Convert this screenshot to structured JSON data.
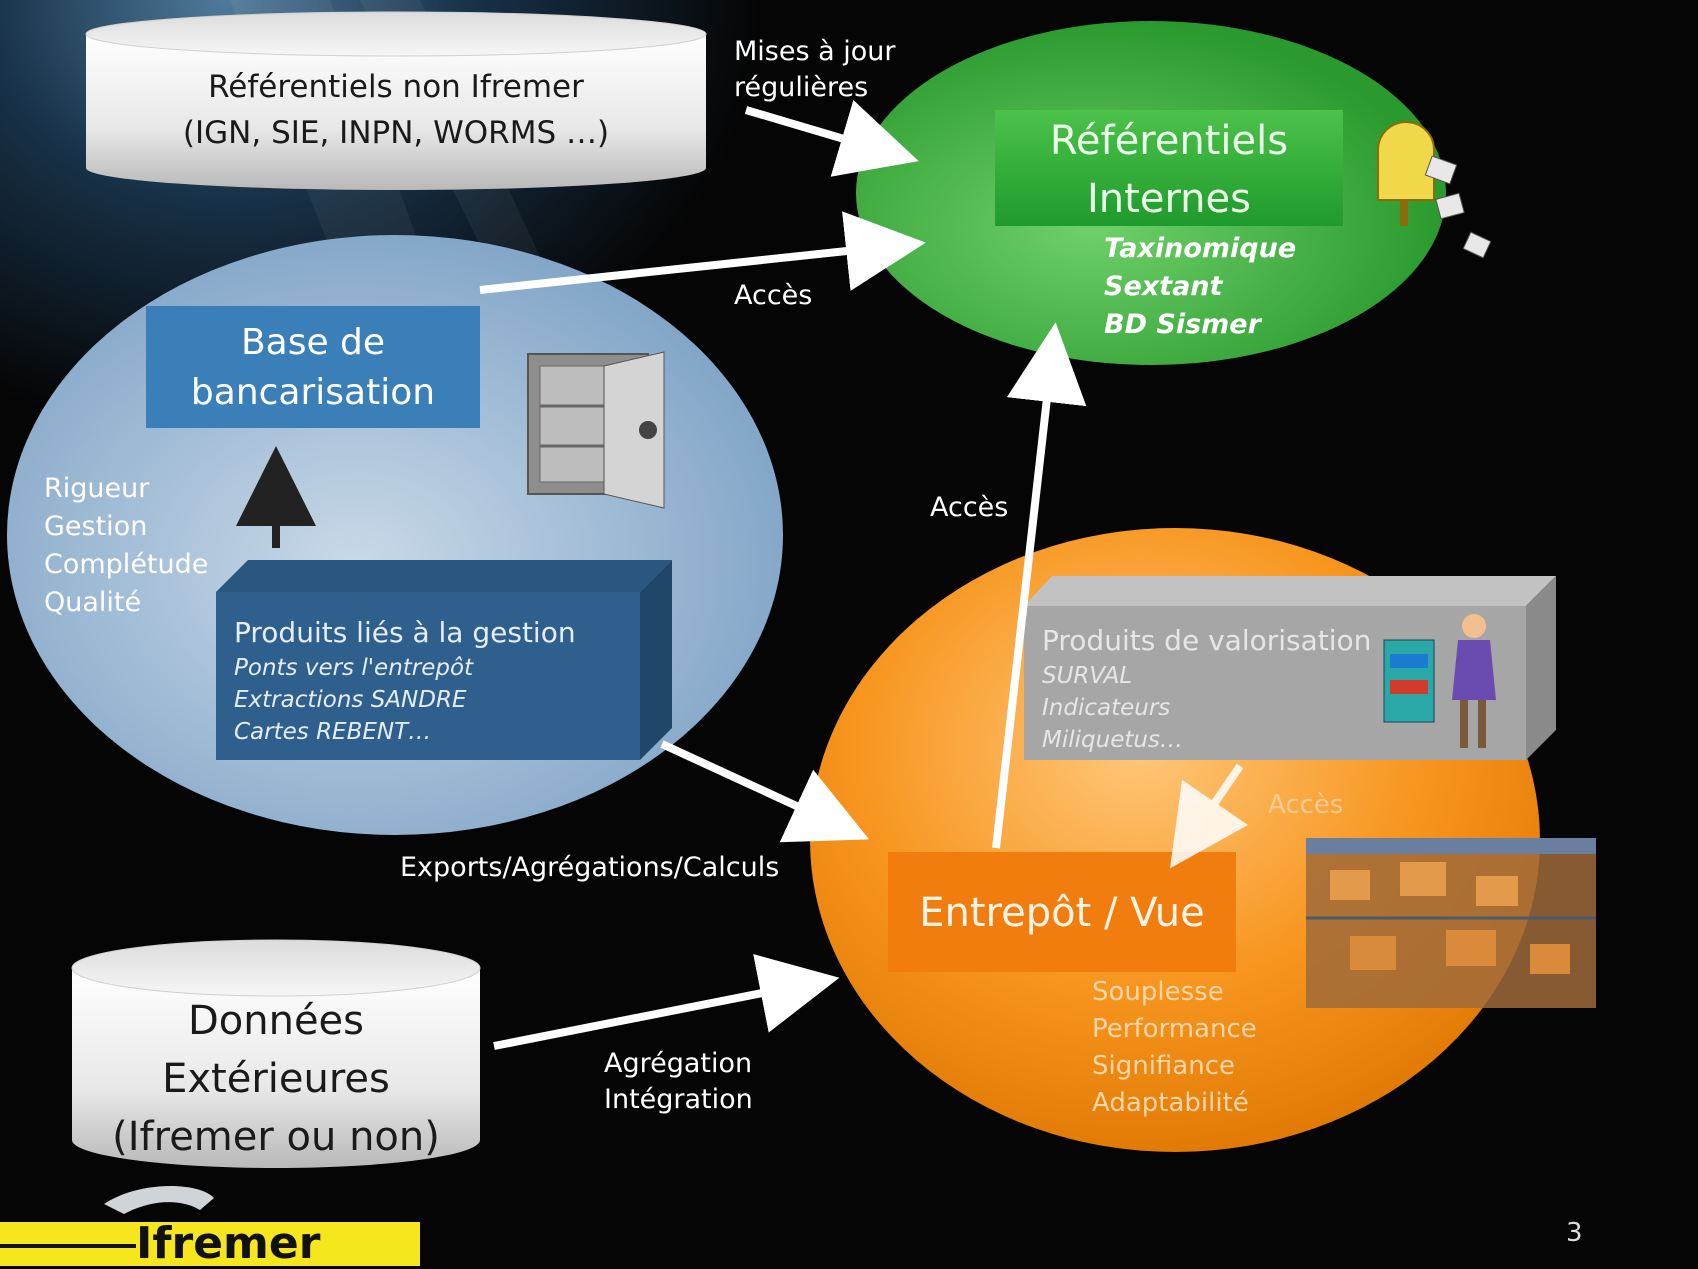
{
  "cylinders": {
    "top": {
      "line1": "Référentiels non Ifremer",
      "line2": "(IGN, SIE, INPN, WORMS …)"
    },
    "bottom": {
      "line1": "Données",
      "line2": "Extérieures",
      "line3": "(Ifremer ou non)"
    }
  },
  "referentiels": {
    "title_line1": "Référentiels",
    "title_line2": "Internes",
    "items": [
      "Taxinomique",
      "Sextant",
      "BD Sismer"
    ]
  },
  "bancarisation": {
    "title_line1": "Base de",
    "title_line2": "bancarisation",
    "qualities": [
      "Rigueur",
      "Gestion",
      "Complétude",
      "Qualité"
    ],
    "products": {
      "title": "Produits liés à la gestion",
      "items": [
        "Ponts vers l'entrepôt",
        "Extractions SANDRE",
        "Cartes REBENT…"
      ]
    }
  },
  "entrepot": {
    "title": "Entrepôt / Vue",
    "qualities": [
      "Souplesse",
      "Performance",
      "Signifiance",
      "Adaptabilité"
    ],
    "products": {
      "title": "Produits de valorisation",
      "items": [
        "SURVAL",
        "Indicateurs",
        "Miliquetus…"
      ]
    },
    "inner_arrow_label": "Accès"
  },
  "arrows": {
    "mises_a_jour_line1": "Mises à jour",
    "mises_a_jour_line2": "régulières",
    "acces_top": "Accès",
    "acces_mid": "Accès",
    "exports": "Exports/Agrégations/Calculs",
    "agregation_line1": "Agrégation",
    "agregation_line2": "Intégration"
  },
  "footer": {
    "logo_text": "Ifremer",
    "page_number": "3"
  },
  "colors": {
    "blue_ellipse": "#a9c2da",
    "green_ellipse": "#3fae3a",
    "orange_ellipse": "#f7951e",
    "blue_box": "#3b7fb9",
    "dark_blue_box": "#2f5f8c",
    "gray_box": "#a6a6a6",
    "orange_box": "#f07d0e",
    "logo_yellow": "#f5e61e"
  }
}
